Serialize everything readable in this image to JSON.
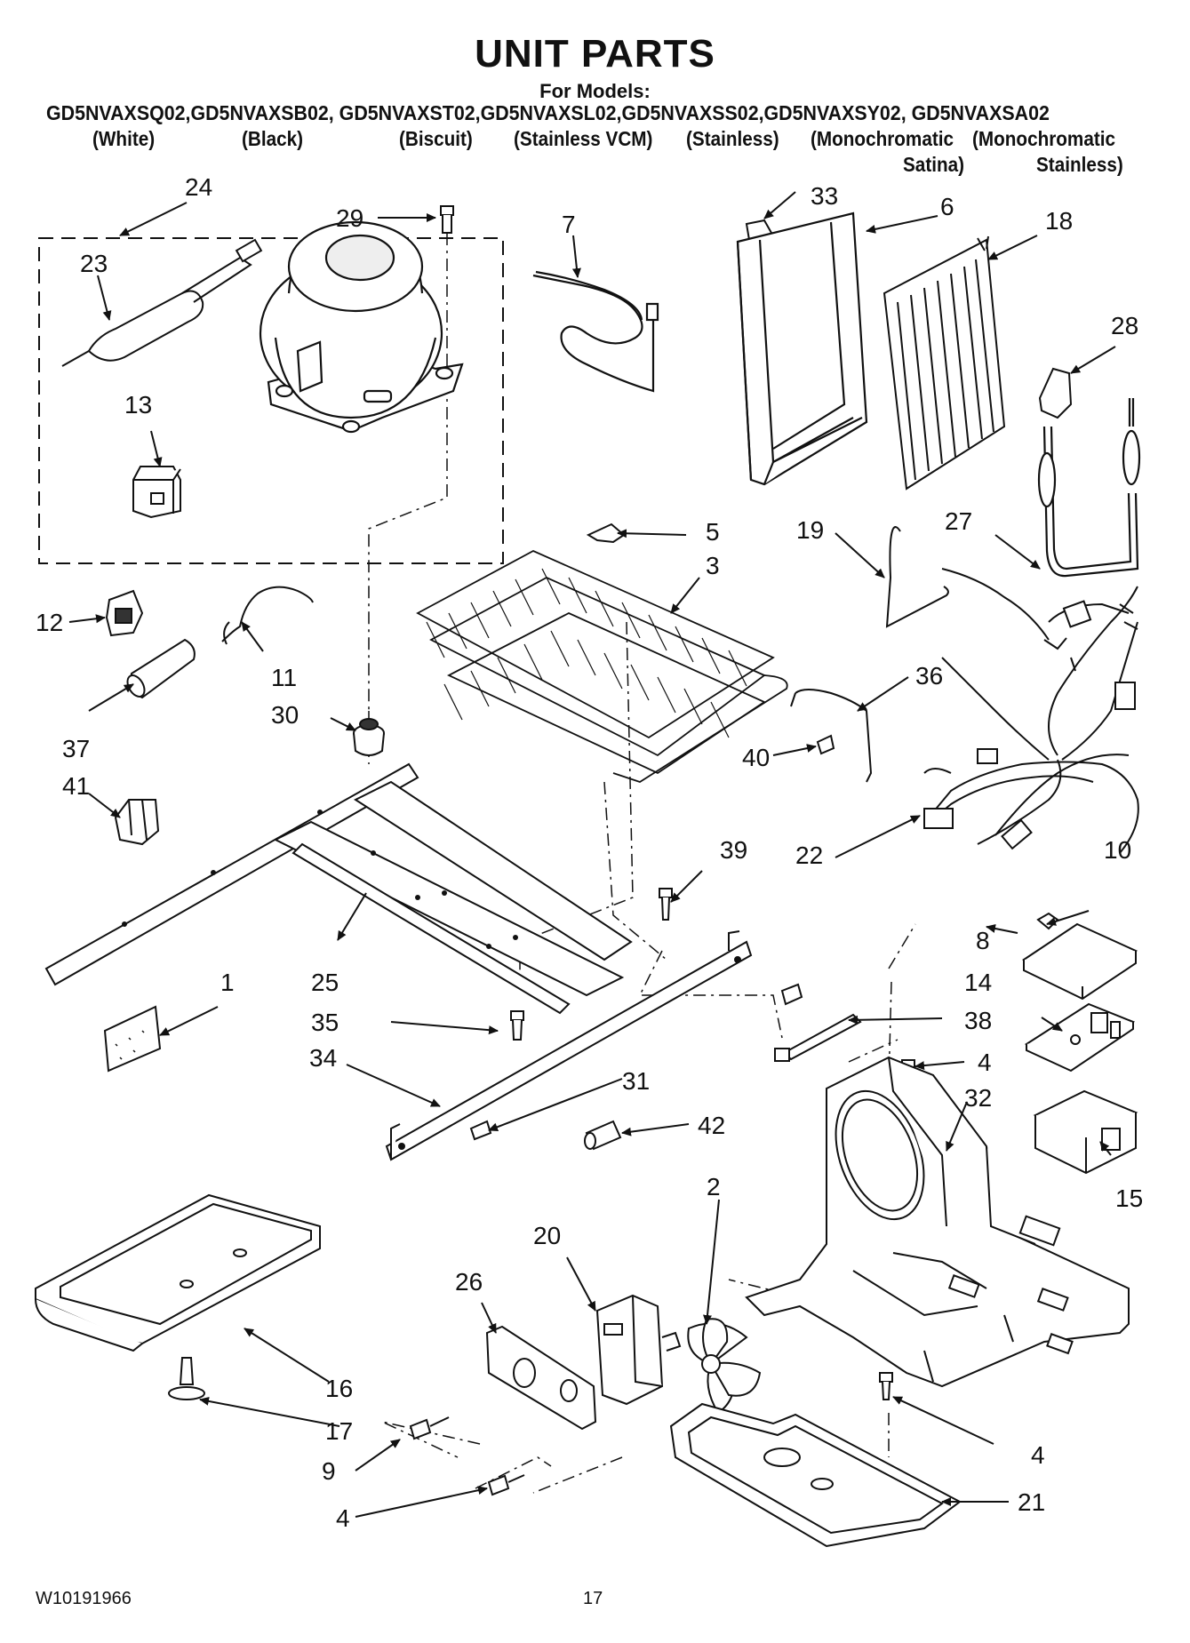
{
  "header": {
    "title": "UNIT PARTS",
    "subtitle": "For Models:",
    "model_line": "GD5NVAXSQ02,GD5NVAXSB02, GD5NVAXST02,GD5NVAXSL02,GD5NVAXSS02,GD5NVAXSY02, GD5NVAXSA02",
    "variants": [
      "(White)",
      "(Black)",
      "(Biscuit)",
      "(Stainless VCM)",
      "(Stainless)",
      "(Monochromatic",
      "(Monochromatic"
    ],
    "variants_line2": [
      "Satina)",
      "Stainless)"
    ]
  },
  "callouts": {
    "c1": "1",
    "c2": "2",
    "c3": "3",
    "c4a": "4",
    "c4b": "4",
    "c4c": "4",
    "c5": "5",
    "c6": "6",
    "c7": "7",
    "c8": "8",
    "c9": "9",
    "c10": "10",
    "c11": "11",
    "c12": "12",
    "c13": "13",
    "c14": "14",
    "c15": "15",
    "c16": "16",
    "c17": "17",
    "c18": "18",
    "c19": "19",
    "c20": "20",
    "c21": "21",
    "c22": "22",
    "c23": "23",
    "c24": "24",
    "c25": "25",
    "c26": "26",
    "c27": "27",
    "c28": "28",
    "c29": "29",
    "c30": "30",
    "c31": "31",
    "c32": "32",
    "c33": "33",
    "c34": "34",
    "c35": "35",
    "c36": "36",
    "c37": "37",
    "c38": "38",
    "c39": "39",
    "c40": "40",
    "c41": "41",
    "c42": "42"
  },
  "footer": {
    "doc_number": "W10191966",
    "page_number": "17"
  }
}
